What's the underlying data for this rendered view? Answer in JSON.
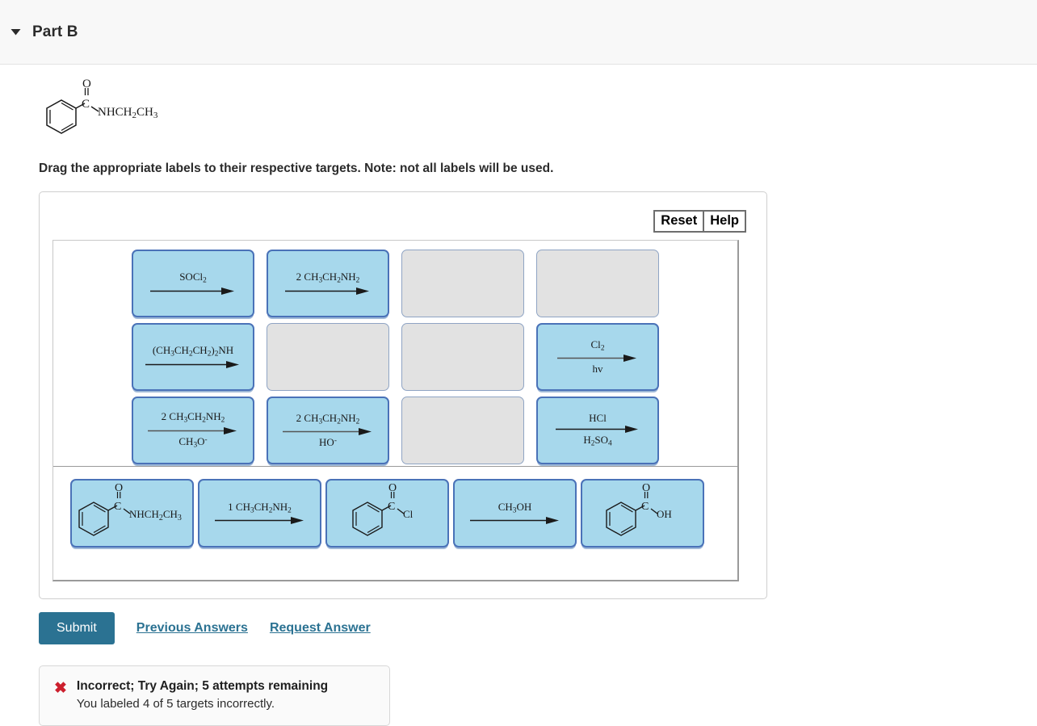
{
  "header": {
    "title": "Part B",
    "caret_icon": "triangle-down-icon"
  },
  "question": {
    "structure_label": "benzamide (N-ethylbenzamide): phenyl ring attached to C(=O) attached to NHCH2CH3",
    "structure_o": "O",
    "structure_c": "C",
    "structure_side": "NHCH2CH3",
    "instructions": "Drag the appropriate labels to their respective targets. Note: not all labels will be used."
  },
  "toolbar": {
    "reset_label": "Reset",
    "help_label": "Help"
  },
  "targets": [
    {
      "id": "t1",
      "state": "filled",
      "kind": "reaction",
      "above": "SOCl2",
      "below": ""
    },
    {
      "id": "t2",
      "state": "filled",
      "kind": "reaction",
      "above": "2 CH3CH2NH2",
      "below": ""
    },
    {
      "id": "t3",
      "state": "empty",
      "kind": "blank",
      "above": "",
      "below": ""
    },
    {
      "id": "t4",
      "state": "empty",
      "kind": "blank",
      "above": "",
      "below": ""
    },
    {
      "id": "t5",
      "state": "filled",
      "kind": "reaction",
      "above": "(CH3CH2CH2)2NH",
      "below": ""
    },
    {
      "id": "t6",
      "state": "empty",
      "kind": "blank",
      "above": "",
      "below": ""
    },
    {
      "id": "t7",
      "state": "empty",
      "kind": "blank",
      "above": "",
      "below": ""
    },
    {
      "id": "t8",
      "state": "filled",
      "kind": "reaction",
      "above": "Cl2",
      "below": "hv"
    },
    {
      "id": "t9",
      "state": "filled",
      "kind": "reaction",
      "above": "2 CH3CH2NH2",
      "below": "CH3O-"
    },
    {
      "id": "t10",
      "state": "filled",
      "kind": "reaction",
      "above": "2 CH3CH2NH2",
      "below": "HO-"
    },
    {
      "id": "t11",
      "state": "empty",
      "kind": "blank",
      "above": "",
      "below": ""
    },
    {
      "id": "t12",
      "state": "filled",
      "kind": "reaction",
      "above": "HCl",
      "below": "H2SO4"
    }
  ],
  "label_bank": [
    {
      "id": "b1",
      "kind": "structure",
      "structure": "amide",
      "side_text": "NHCH2CH3",
      "o_label": "O",
      "c_label": "C"
    },
    {
      "id": "b2",
      "kind": "reaction",
      "above": "1 CH3CH2NH2",
      "below": ""
    },
    {
      "id": "b3",
      "kind": "structure",
      "structure": "acid-chloride",
      "side_text": "Cl",
      "o_label": "O",
      "c_label": "C"
    },
    {
      "id": "b4",
      "kind": "reaction",
      "above": "CH3OH",
      "below": ""
    },
    {
      "id": "b5",
      "kind": "structure",
      "structure": "carboxylic-acid",
      "side_text": "OH",
      "o_label": "O",
      "c_label": "C"
    }
  ],
  "actions": {
    "submit_label": "Submit",
    "previous_answers_label": "Previous Answers",
    "request_answer_label": "Request Answer"
  },
  "feedback": {
    "icon": "x-mark-icon",
    "title": "Incorrect; Try Again; 5 attempts remaining",
    "detail": "You labeled 4 of 5 targets incorrectly."
  },
  "colors": {
    "tile_fill": "#a7d8ec",
    "tile_border": "#4a72b8",
    "empty_fill": "#e2e2e2",
    "accent": "#2b7292",
    "error": "#cc1f2d"
  }
}
